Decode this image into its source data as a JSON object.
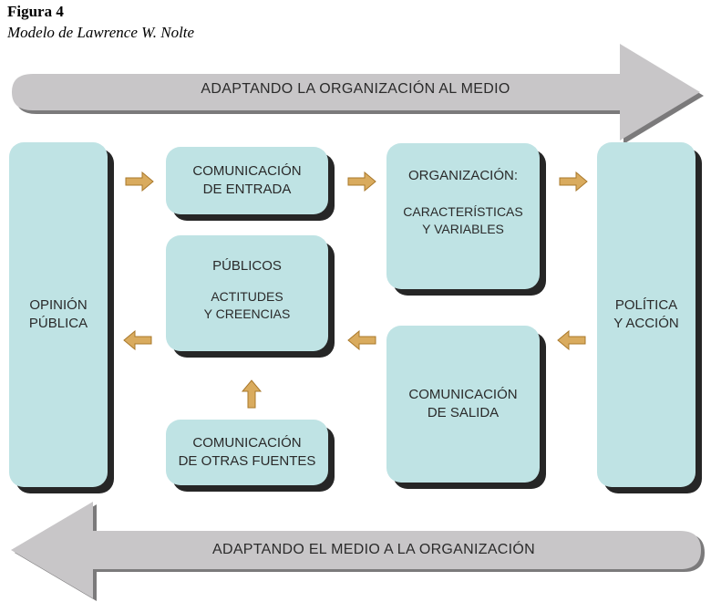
{
  "figure": {
    "label": "Figura 4",
    "caption": "Modelo de Lawrence W. Nolte"
  },
  "bands": {
    "top": "ADAPTANDO LA ORGANIZACIÓN AL MEDIO",
    "bottom": "ADAPTANDO EL MEDIO A LA ORGANIZACIÓN"
  },
  "boxes": {
    "opinion": {
      "line1": "OPINIÓN",
      "line2": "PÚBLICA"
    },
    "entrada": {
      "line1": "COMUNICACIÓN",
      "line2": "DE ENTRADA"
    },
    "organizacion": {
      "title": "ORGANIZACIÓN:",
      "line1": "CARACTERÍSTICAS",
      "line2": "Y VARIABLES"
    },
    "politica": {
      "line1": "POLÍTICA",
      "line2": "Y ACCIÓN"
    },
    "publicos": {
      "title": "PÚBLICOS",
      "line1": "ACTITUDES",
      "line2": "Y CREENCIAS"
    },
    "salida": {
      "line1": "COMUNICACIÓN",
      "line2": "DE SALIDA"
    },
    "otras": {
      "line1": "COMUNICACIÓN",
      "line2": "DE OTRAS FUENTES"
    }
  },
  "colors": {
    "box_fill": "#bfe3e4",
    "box_shadow": "#262626",
    "band_fill": "#c8c6c8",
    "band_shadow": "#7b7a7b",
    "arrow_fill": "#d9ab5e",
    "arrow_edge": "#a9782b"
  }
}
